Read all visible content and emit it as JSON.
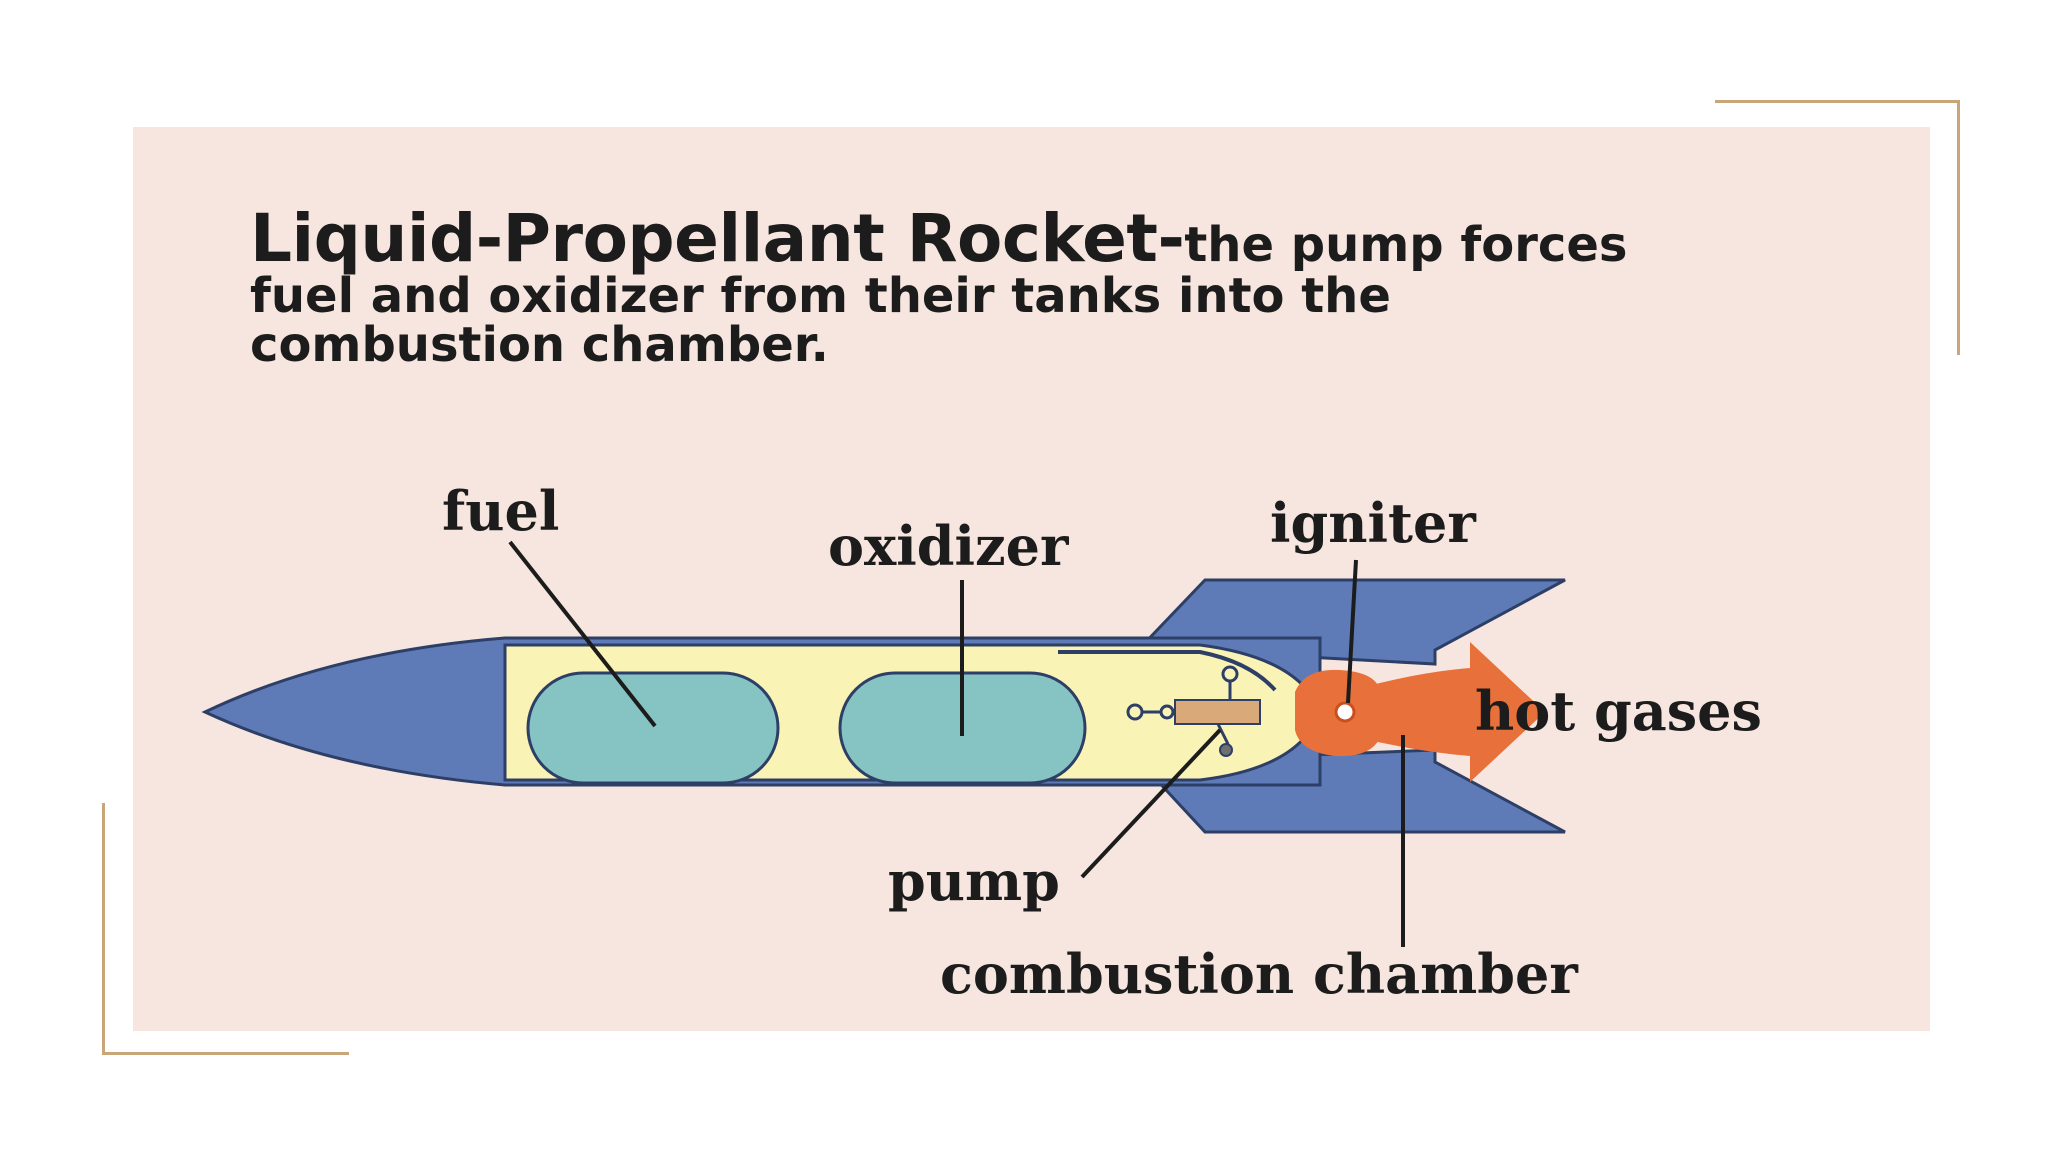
{
  "caption": {
    "title": "Liquid-Propellant Rocket-",
    "body": "the pump forces fuel and oxidizer from their tanks into the combustion chamber."
  },
  "labels": {
    "fuel": "fuel",
    "oxidizer": "oxidizer",
    "igniter": "igniter",
    "hot_gases": "hot gases",
    "pump": "pump",
    "combustion_chamber": "combustion chamber"
  },
  "colors": {
    "frame_accent": "#c9a678",
    "panel_background": "#f6e6df",
    "rocket_body": "#5e7bb8",
    "propellant_section": "#faf3b6",
    "tank": "#86c4c3",
    "exhaust": "#e8703a"
  }
}
